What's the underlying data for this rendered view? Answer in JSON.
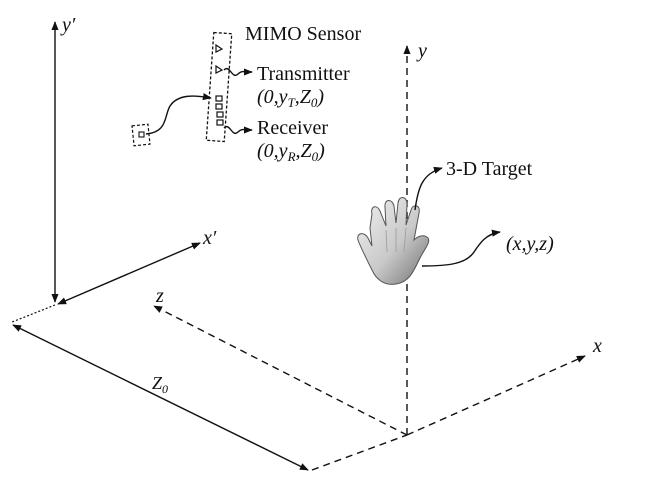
{
  "labels": {
    "y_prime": "y′",
    "x_prime": "x′",
    "y": "y",
    "x": "x",
    "z": "z",
    "z0_base": "Z",
    "z0_sub": "0",
    "mimo_sensor": "MIMO Sensor",
    "transmitter": "Transmitter",
    "receiver": "Receiver",
    "target": "3-D Target",
    "target_coord": "(x,y,z)",
    "tx_coord": {
      "open": "(0,",
      "var": "y",
      "sub": "T",
      "mid": ",",
      "z": "Z",
      "zsub": "0",
      "close": ")"
    },
    "rx_coord": {
      "open": "(0,",
      "var": "y",
      "sub": "R",
      "mid": ",",
      "z": "Z",
      "zsub": "0",
      "close": ")"
    }
  },
  "colors": {
    "line": "#111111",
    "hand_light": "#e8e8e8",
    "hand_dark": "#7a7a7a"
  },
  "icons": [
    "hand-icon",
    "mimo-sensor-board-icon",
    "small-module-icon"
  ]
}
